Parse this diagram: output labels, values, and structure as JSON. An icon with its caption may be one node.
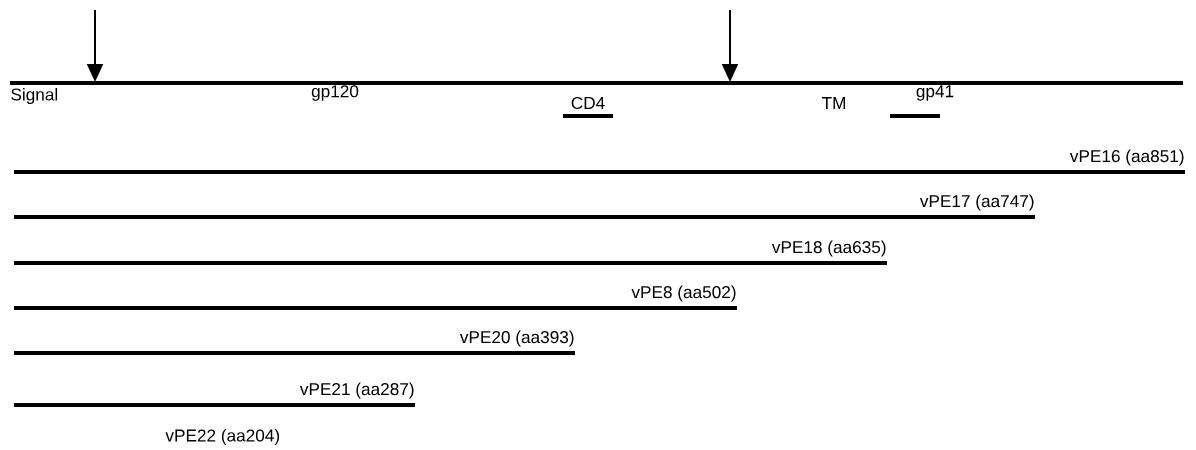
{
  "diagram": {
    "labels": [
      "Signal",
      "gp120",
      "gp41",
      "CD4",
      "TM",
      "vPE16 (aa851)",
      "vPE17 (aa747)",
      "vPE18 (aa635)",
      "vPE8 (aa502)",
      "vPE20 (aa393)",
      "vPE21 (aa287)",
      "vPE22 (aa204)"
    ]
  }
}
